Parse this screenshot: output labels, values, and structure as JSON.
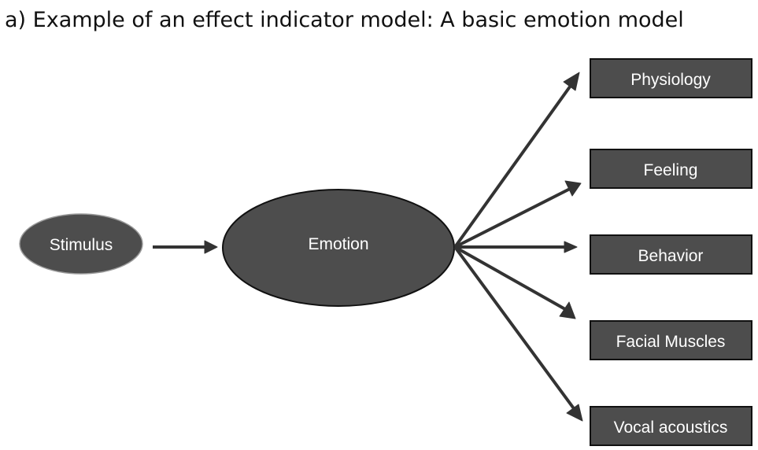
{
  "title": "a) Example of an effect indicator model:  A basic emotion model",
  "nodes": {
    "stimulus": "Stimulus",
    "emotion": "Emotion",
    "outputs": [
      "Physiology",
      "Feeling",
      "Behavior",
      "Facial Muscles",
      "Vocal acoustics"
    ]
  },
  "colors": {
    "node_fill": "#4d4d4d",
    "node_text": "#ffffff",
    "arrow": "#333333"
  }
}
